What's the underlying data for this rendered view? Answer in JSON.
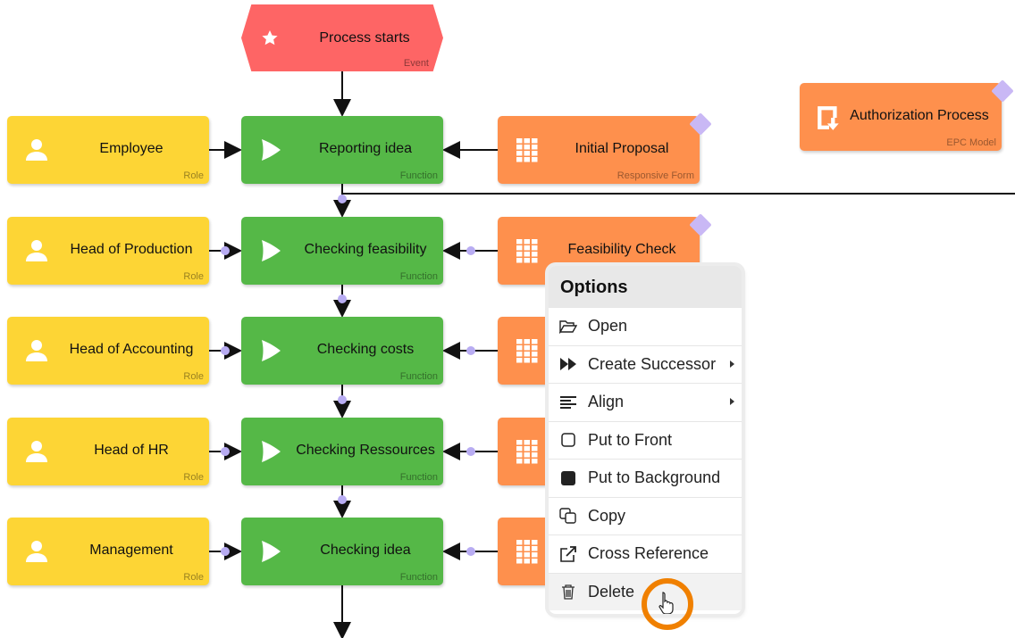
{
  "event": {
    "label": "Process starts",
    "type": "Event"
  },
  "epc": {
    "label": "Authorization Process",
    "type": "EPC Model"
  },
  "rows": [
    {
      "role": "Employee",
      "role_type": "Role",
      "func": "Reporting idea",
      "func_type": "Function",
      "form": "Initial Proposal",
      "form_type": "Responsive Form"
    },
    {
      "role": "Head of Production",
      "role_type": "Role",
      "func": "Checking feasibility",
      "func_type": "Function",
      "form": "Feasibility Check",
      "form_type": ""
    },
    {
      "role": "Head of Accounting",
      "role_type": "Role",
      "func": "Checking costs",
      "func_type": "Function",
      "form": "",
      "form_type": ""
    },
    {
      "role": "Head of HR",
      "role_type": "Role",
      "func": "Checking Ressources",
      "func_type": "Function",
      "form": "",
      "form_type": ""
    },
    {
      "role": "Management",
      "role_type": "Role",
      "func": "Checking idea",
      "func_type": "Function",
      "form": "",
      "form_type": ""
    }
  ],
  "menu": {
    "title": "Options",
    "items": [
      {
        "label": "Open",
        "icon": "folder-open-icon"
      },
      {
        "label": "Create Successor",
        "icon": "fast-forward-icon",
        "submenu": true
      },
      {
        "label": "Align",
        "icon": "align-left-icon",
        "submenu": true
      },
      {
        "label": "Put to Front",
        "icon": "square-outline-icon"
      },
      {
        "label": "Put to Background",
        "icon": "square-filled-icon"
      },
      {
        "label": "Copy",
        "icon": "copy-icon"
      },
      {
        "label": "Cross Reference",
        "icon": "external-link-icon"
      },
      {
        "label": "Delete",
        "icon": "trash-icon",
        "hovered": true
      }
    ]
  },
  "colors": {
    "role": "#fdd535",
    "function": "#55b847",
    "form": "#fe904d",
    "event": "#fe6565",
    "cursor_ring": "#f08000"
  }
}
